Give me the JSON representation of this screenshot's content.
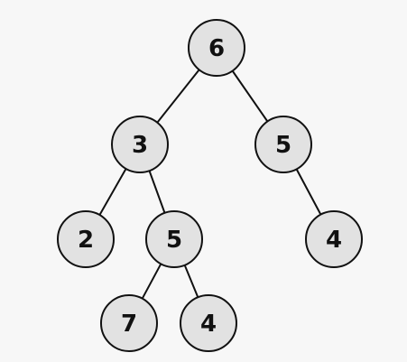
{
  "diagram": {
    "type": "binary-tree",
    "colors": {
      "background": "#f7f7f7",
      "node_fill": "#e2e2e2",
      "node_stroke": "#111111",
      "edge": "#111111",
      "text": "#111111"
    },
    "nodes": [
      {
        "id": "n6root",
        "value": "6",
        "parent": null
      },
      {
        "id": "n3",
        "value": "3",
        "parent": "n6root"
      },
      {
        "id": "n5right",
        "value": "5",
        "parent": "n6root"
      },
      {
        "id": "n2",
        "value": "2",
        "parent": "n3"
      },
      {
        "id": "n5mid",
        "value": "5",
        "parent": "n3"
      },
      {
        "id": "n4right",
        "value": "4",
        "parent": "n5right"
      },
      {
        "id": "n7",
        "value": "7",
        "parent": "n5mid"
      },
      {
        "id": "n4bottom",
        "value": "4",
        "parent": "n5mid"
      }
    ]
  }
}
